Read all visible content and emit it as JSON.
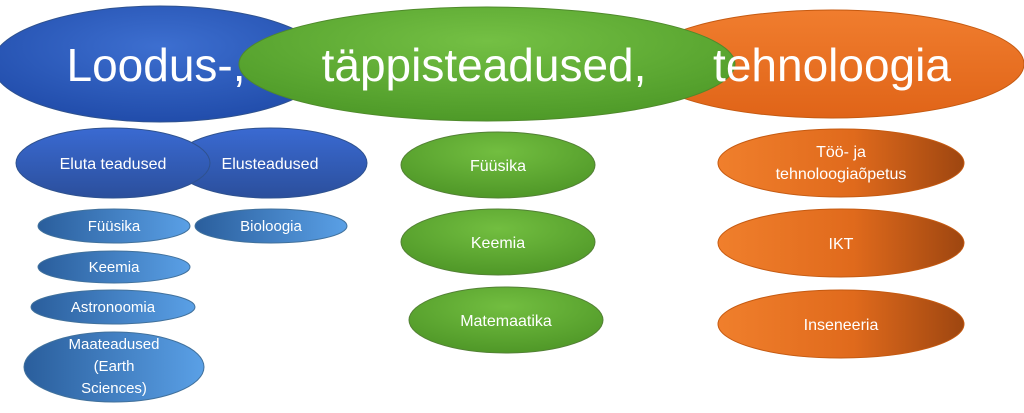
{
  "header": {
    "left_label": "Loodus-,",
    "center_label": "täppisteadused,",
    "right_label": "tehnoloogia"
  },
  "natural_sciences": {
    "non_living": "Eluta teadused",
    "living": "Elusteadused",
    "non_living_items": [
      "Füüsika",
      "Keemia",
      "Astronoomia"
    ],
    "earth_sciences_lines": [
      "Maateadused",
      "(Earth",
      "Sciences)"
    ],
    "living_items": [
      "Bioloogia"
    ]
  },
  "exact_sciences": {
    "items": [
      "Füüsika",
      "Keemia",
      "Matemaatika"
    ]
  },
  "technology": {
    "items_line1": [
      "Töö- ja",
      "IKT",
      "Inseneeria"
    ],
    "items_line2": [
      "tehnoloogiaõpetus",
      "",
      ""
    ]
  },
  "colors": {
    "blue_dark": "#2a4f9e",
    "blue_light": "#5a9be0",
    "green": "#5aa02c",
    "orange": "#e8762a",
    "orange_dark": "#a24a10"
  }
}
